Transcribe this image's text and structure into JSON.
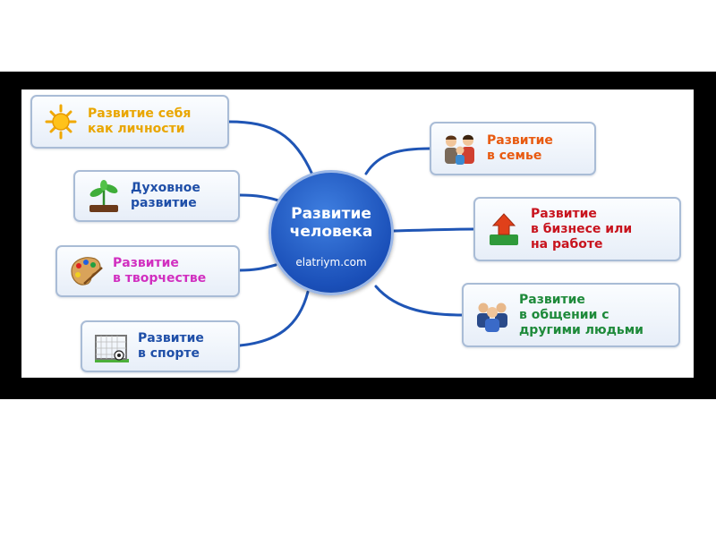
{
  "center": {
    "title": "Развитие\nчеловека",
    "site": "elatriym.com",
    "color": "#1a4fb8"
  },
  "nodes": {
    "self": {
      "label": "Развитие себя\nкак личности",
      "color": "#e9a600",
      "icon": "sun-icon"
    },
    "spiritual": {
      "label": "Духовное\nразвитие",
      "color": "#1f4fa8",
      "icon": "sprout-icon"
    },
    "creative": {
      "label": "Развитие\nв творчестве",
      "color": "#d12fc0",
      "icon": "palette-icon"
    },
    "sport": {
      "label": "Развитие\nв спорте",
      "color": "#1f4fa8",
      "icon": "soccer-goal-icon"
    },
    "family": {
      "label": "Развитие\nв семье",
      "color": "#e85a10",
      "icon": "family-icon"
    },
    "business": {
      "label": "Развитие\nв бизнесе или\nна работе",
      "color": "#c8141e",
      "icon": "growth-arrow-icon"
    },
    "social": {
      "label": "Развитие\nв общении с\nдругими людьми",
      "color": "#1e8a3a",
      "icon": "people-group-icon"
    }
  },
  "colors": {
    "connector": "#1f55b5",
    "node_border": "#a9bcd6"
  }
}
